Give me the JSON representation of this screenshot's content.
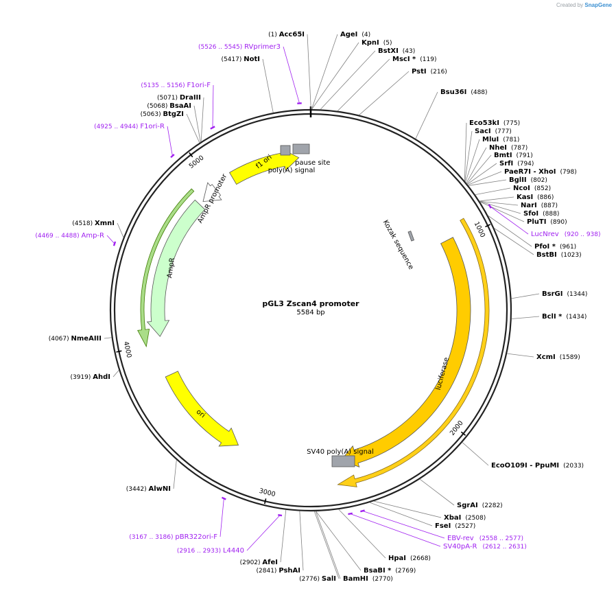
{
  "credit": {
    "prefix": "Created by",
    "brand": "SnapGene"
  },
  "plasmid": {
    "name": "pGL3 Zscan4 promoter",
    "length_label": "5584 bp",
    "length": 5584
  },
  "ticks": [
    {
      "label": "1000",
      "bp": 1000
    },
    {
      "label": "2000",
      "bp": 2000
    },
    {
      "label": "3000",
      "bp": 3000
    },
    {
      "label": "4000",
      "bp": 4000
    },
    {
      "label": "5000",
      "bp": 5000
    }
  ],
  "features": [
    {
      "name": "f1 ori",
      "color": "#ffff00",
      "start": 5110,
      "end": 5515,
      "dir": 1,
      "track": "inner",
      "label_mode": "arc"
    },
    {
      "name": "AmpR promoter",
      "color": "#ffffff",
      "start": 4890,
      "end": 4993,
      "dir": -1,
      "track": "inner",
      "label_mode": "arc"
    },
    {
      "name": "AmpR",
      "color": "#ccffcc",
      "start": 4035,
      "end": 4864,
      "dir": -1,
      "track": "inner",
      "label_mode": "arc"
    },
    {
      "name": "ori",
      "color": "#ffff00",
      "start": 3230,
      "end": 3806,
      "dir": -1,
      "track": "inner",
      "label_mode": "arc"
    },
    {
      "name": "luciferase",
      "color": "#ffcc00",
      "start": 975,
      "end": 2615,
      "dir": 1,
      "track": "inner",
      "label_mode": "arc"
    },
    {
      "name": "pause site",
      "color": "#a0a4ab",
      "start": 5560,
      "end": 5575,
      "dir": 0,
      "track": "box",
      "label_mode": "text"
    },
    {
      "name": "poly(A) signal",
      "color": "#a0a4ab",
      "start": 5590,
      "end": 5619,
      "dir": 0,
      "track": "box",
      "label_mode": "text"
    },
    {
      "name": "SV40 poly(A) signal",
      "color": "#a0a4ab",
      "start": 2580,
      "end": 2640,
      "dir": 0,
      "track": "box",
      "label_mode": "text"
    },
    {
      "name": "Kozak sequence",
      "color": "#a0a4ab",
      "start": 965,
      "end": 975,
      "dir": 0,
      "track": "box",
      "label_mode": "text"
    }
  ],
  "sites": [
    {
      "name": "Acc65I",
      "pos": "(1)",
      "side": "left"
    },
    {
      "name": "AgeI",
      "pos": "(4)",
      "side": "right"
    },
    {
      "name": "KpnI",
      "pos": "(5)",
      "side": "right"
    },
    {
      "name": "BstXI",
      "pos": "(43)",
      "side": "right"
    },
    {
      "name": "MscI *",
      "pos": "(119)",
      "side": "right"
    },
    {
      "name": "PstI",
      "pos": "(216)",
      "side": "right"
    },
    {
      "name": "Bsu36I",
      "pos": "(488)",
      "side": "right"
    },
    {
      "name": "Eco53kI",
      "pos": "(775)",
      "side": "right"
    },
    {
      "name": "SacI",
      "pos": "(777)",
      "side": "right"
    },
    {
      "name": "MluI",
      "pos": "(781)",
      "side": "right"
    },
    {
      "name": "NheI",
      "pos": "(787)",
      "side": "right"
    },
    {
      "name": "BmtI",
      "pos": "(791)",
      "side": "right"
    },
    {
      "name": "SrfI",
      "pos": "(794)",
      "side": "right"
    },
    {
      "name": "PaeR7I - XhoI",
      "pos": "(798)",
      "side": "right"
    },
    {
      "name": "BglII",
      "pos": "(802)",
      "side": "right"
    },
    {
      "name": "NcoI",
      "pos": "(852)",
      "side": "right"
    },
    {
      "name": "KasI",
      "pos": "(886)",
      "side": "right"
    },
    {
      "name": "NarI",
      "pos": "(887)",
      "side": "right"
    },
    {
      "name": "SfoI",
      "pos": "(888)",
      "side": "right"
    },
    {
      "name": "PluTI",
      "pos": "(890)",
      "side": "right"
    },
    {
      "name": "PfoI *",
      "pos": "(961)",
      "side": "right"
    },
    {
      "name": "BstBI",
      "pos": "(1023)",
      "side": "right"
    },
    {
      "name": "BsrGI",
      "pos": "(1344)",
      "side": "right"
    },
    {
      "name": "BclI *",
      "pos": "(1434)",
      "side": "right"
    },
    {
      "name": "XcmI",
      "pos": "(1589)",
      "side": "right"
    },
    {
      "name": "EcoO109I - PpuMI",
      "pos": "(2033)",
      "side": "right"
    },
    {
      "name": "SgrAI",
      "pos": "(2282)",
      "side": "right"
    },
    {
      "name": "XbaI",
      "pos": "(2508)",
      "side": "right"
    },
    {
      "name": "FseI",
      "pos": "(2527)",
      "side": "right"
    },
    {
      "name": "HpaI",
      "pos": "(2668)",
      "side": "right"
    },
    {
      "name": "BsaBI *",
      "pos": "(2769)",
      "side": "right"
    },
    {
      "name": "BamHI",
      "pos": "(2770)",
      "side": "right"
    },
    {
      "name": "SalI",
      "pos": "(2776)",
      "side": "left"
    },
    {
      "name": "PshAI",
      "pos": "(2841)",
      "side": "left"
    },
    {
      "name": "AfeI",
      "pos": "(2902)",
      "side": "left"
    },
    {
      "name": "AlwNI",
      "pos": "(3442)",
      "side": "left"
    },
    {
      "name": "AhdI",
      "pos": "(3919)",
      "side": "left"
    },
    {
      "name": "NmeAIII",
      "pos": "(4067)",
      "side": "left"
    },
    {
      "name": "XmnI",
      "pos": "(4518)",
      "side": "left"
    },
    {
      "name": "BtgZI",
      "pos": "(5063)",
      "side": "left"
    },
    {
      "name": "BsaAI",
      "pos": "(5068)",
      "side": "left"
    },
    {
      "name": "DraIII",
      "pos": "(5071)",
      "side": "left"
    },
    {
      "name": "NotI",
      "pos": "(5417)",
      "side": "left"
    }
  ],
  "primers": [
    {
      "name": "RVprimer3",
      "range": "(5526 .. 5545)",
      "side": "left"
    },
    {
      "name": "F1ori-F",
      "range": "(5135 .. 5156)",
      "side": "left"
    },
    {
      "name": "F1ori-R",
      "range": "(4925 .. 4944)",
      "side": "left"
    },
    {
      "name": "Amp-R",
      "range": "(4469 .. 4488)",
      "side": "left"
    },
    {
      "name": "LucNrev",
      "range": "(920 .. 938)",
      "side": "right"
    },
    {
      "name": "EBV-rev",
      "range": "(2558 .. 2577)",
      "side": "right"
    },
    {
      "name": "SV40pA-R",
      "range": "(2612 .. 2631)",
      "side": "right"
    },
    {
      "name": "L4440",
      "range": "(2916 .. 2933)",
      "side": "left"
    },
    {
      "name": "pBR322ori-F",
      "range": "(3167 .. 3186)",
      "side": "left"
    }
  ],
  "colors": {
    "backbone": "#222222",
    "site_line": "#808080",
    "primer": "#a020f0",
    "text": "#000000"
  }
}
